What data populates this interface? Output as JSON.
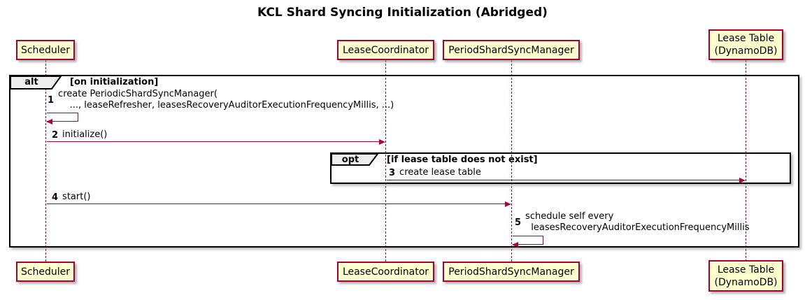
{
  "title": "KCL Shard Syncing Initialization (Abridged)",
  "participants": [
    {
      "name": "scheduler",
      "label": "Scheduler"
    },
    {
      "name": "lease-coordinator",
      "label": "LeaseCoordinator"
    },
    {
      "name": "period-shard-sync-manager",
      "label": "PeriodShardSyncManager"
    },
    {
      "name": "lease-table",
      "label": "Lease Table\n(DynamoDB)"
    }
  ],
  "frames": {
    "alt": {
      "keyword": "alt",
      "condition": "[on initialization]"
    },
    "opt": {
      "keyword": "opt",
      "condition": "[if lease table does not exist]"
    }
  },
  "messages": [
    {
      "num": "1",
      "text": "create PeriodicShardSyncManager(\n    ..., leaseRefresher, leasesRecoveryAuditorExecutionFrequencyMillis, ...)",
      "from": "Scheduler",
      "to": "Scheduler",
      "type": "self"
    },
    {
      "num": "2",
      "text": "initialize()",
      "from": "Scheduler",
      "to": "LeaseCoordinator",
      "type": "solid"
    },
    {
      "num": "3",
      "text": "create lease table",
      "from": "LeaseCoordinator",
      "to": "Lease Table (DynamoDB)",
      "type": "solid"
    },
    {
      "num": "4",
      "text": "start()",
      "from": "Scheduler",
      "to": "PeriodShardSyncManager",
      "type": "solid"
    },
    {
      "num": "5",
      "text": "schedule self every\n  leasesRecoveryAuditorExecutionFrequencyMillis",
      "from": "PeriodShardSyncManager",
      "to": "PeriodShardSyncManager",
      "type": "self"
    }
  ],
  "colors": {
    "accent": "#A80036",
    "participant_fill": "#FEFECE",
    "frame_tab_fill": "#EEEEEE",
    "frame_border": "#000000"
  }
}
